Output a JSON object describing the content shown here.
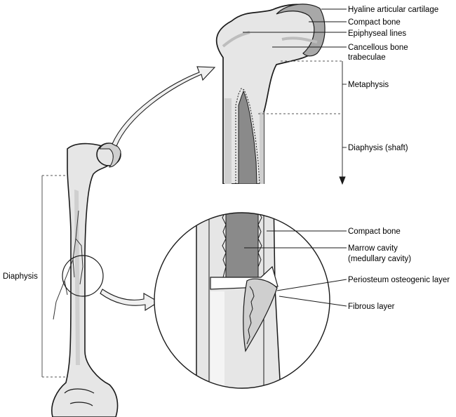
{
  "diagram": {
    "subject": "Long bone (femur) structure",
    "labels": {
      "hyaline": "Hyaline articular cartilage",
      "compact_top": "Compact bone",
      "epiphyseal": "Epiphyseal lines",
      "cancellous_1": "Cancellous bone",
      "cancellous_2": "trabeculae",
      "metaphysis": "Metaphysis",
      "diaphysis_shaft": "Diaphysis (shaft)",
      "compact_mid": "Compact bone",
      "marrow_1": "Marrow cavity",
      "marrow_2": "(medullary cavity)",
      "periosteum": "Periosteum osteogenic layer",
      "fibrous": "Fibrous layer",
      "diaphysis_left": "Diaphysis"
    },
    "colors": {
      "bone": "#e6e6e6",
      "bone_dark": "#bdbdbd",
      "cartilage": "#a8a8a8",
      "marrow": "#8a8a8a",
      "outline": "#1a1a1a",
      "arrow_fill": "#f0f0f0"
    }
  }
}
